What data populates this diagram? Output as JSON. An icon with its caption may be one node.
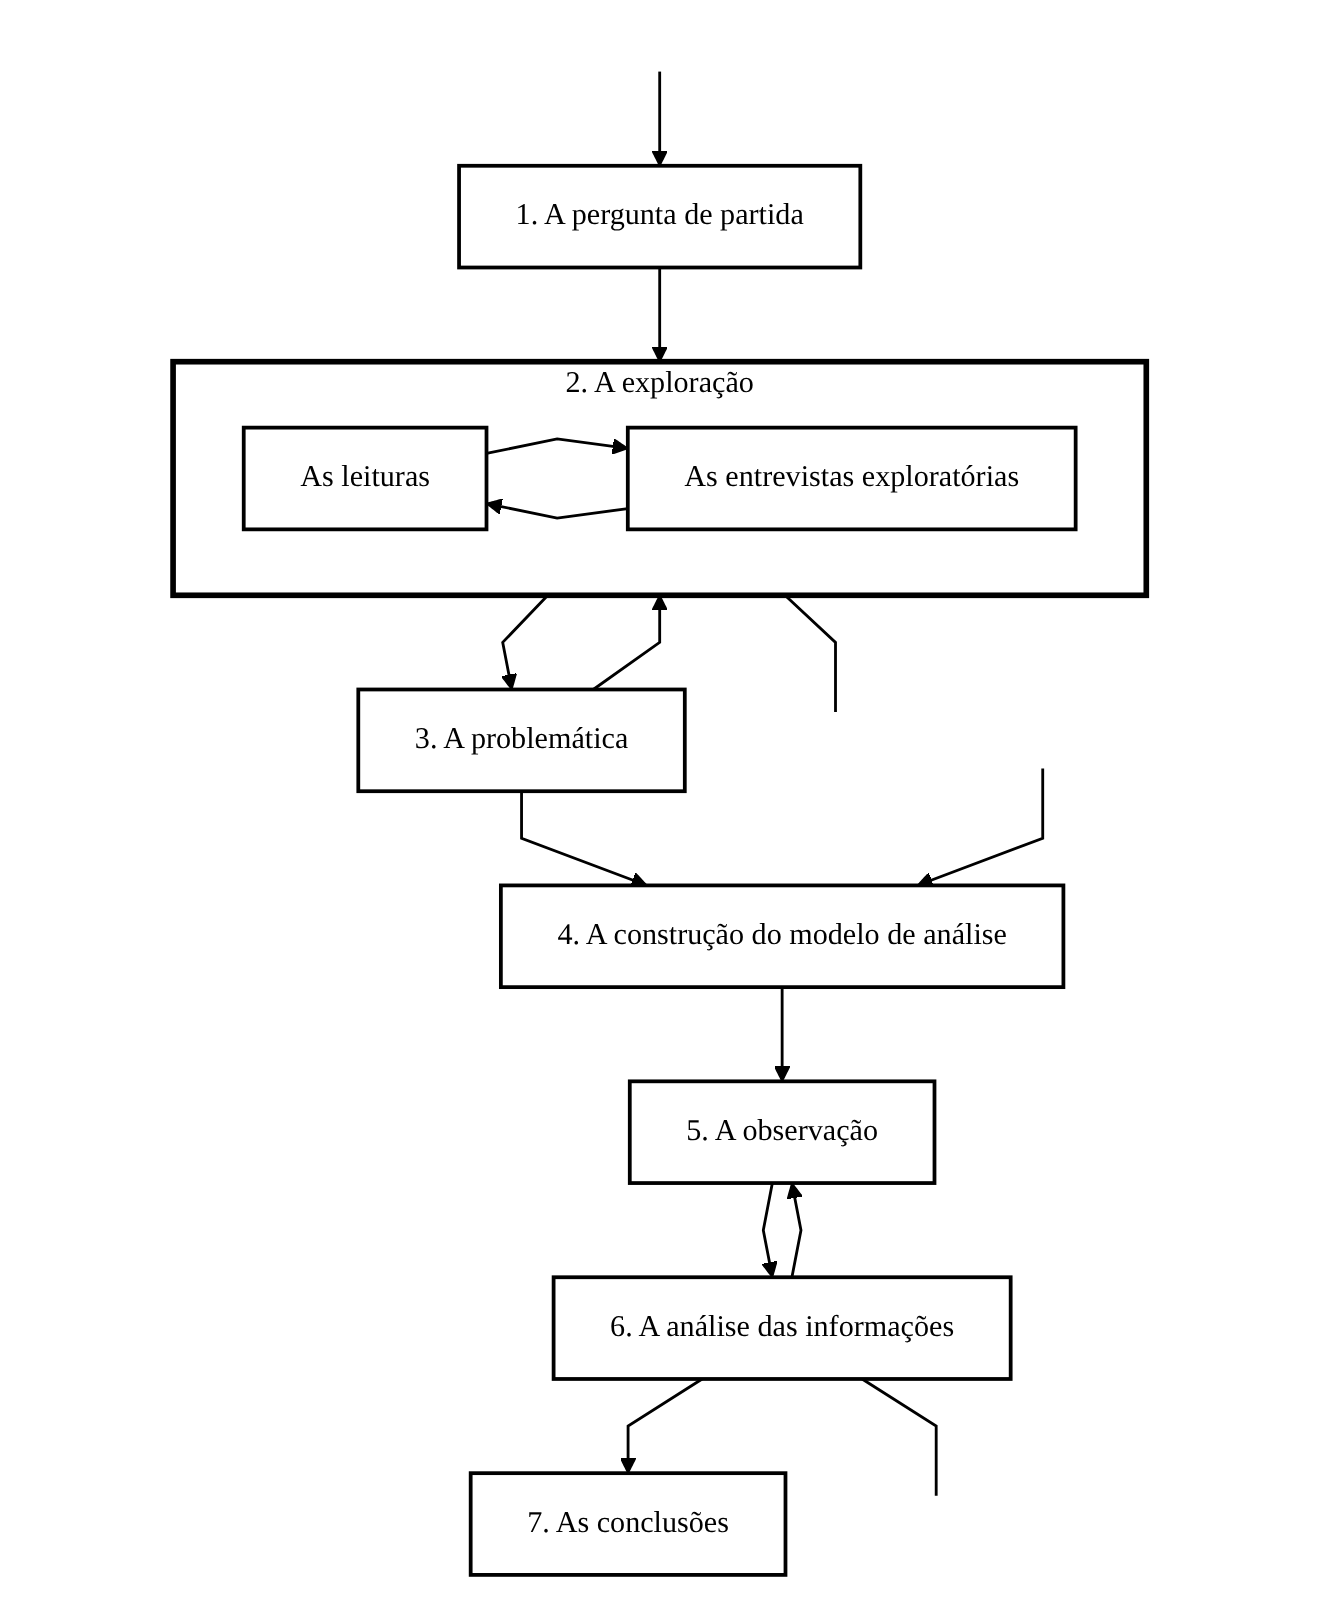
{
  "diagram": {
    "nodes": [
      {
        "text": [
          "1. A pergunta de partida"
        ]
      },
      {
        "text": [
          "2. A exploração"
        ]
      },
      {
        "text": [
          "As leituras"
        ],
        "in": 1
      },
      {
        "text": [
          "As entrevistas exploratórias"
        ],
        "in": 1
      },
      {
        "text": [
          "3. A problemática"
        ]
      },
      {
        "text": [
          "4. A construção do modelo de análise"
        ]
      },
      {
        "text": [
          "5. A observação"
        ]
      },
      {
        "text": [
          "6. A análise das informações"
        ]
      },
      {
        "text": [
          "7. As conclusões"
        ]
      }
    ],
    "edges": [
      {
        "from": 0,
        "to": 1,
        "arrow": "to"
      },
      {
        "from": 2,
        "to": 3,
        "arrow": "to"
      },
      {
        "from": 3,
        "to": 2,
        "arrow": "to"
      },
      {
        "from": 1,
        "to": 4,
        "arrow": "to"
      },
      {
        "from": 4,
        "to": 5,
        "arrow": "to"
      },
      {
        "from": 5,
        "to": 6,
        "arrow": "to"
      },
      {
        "from": 6,
        "to": 7,
        "arrow": "to"
      },
      {
        "from": 7,
        "to": 8,
        "arrow": "to"
      },
      {
        "from": 4,
        "to": 1,
        "arrow": "to"
      },
      {
        "from": 1,
        "to": null,
        "arrow": "none"
      },
      {
        "from": null,
        "to": 0,
        "arrow": "to"
      },
      {
        "from": 7,
        "to": 6,
        "arrow": "to"
      },
      {
        "from": 7,
        "to": null,
        "arrow": "none"
      },
      {
        "from": null,
        "to": 5,
        "arrow": "to"
      }
    ]
  }
}
